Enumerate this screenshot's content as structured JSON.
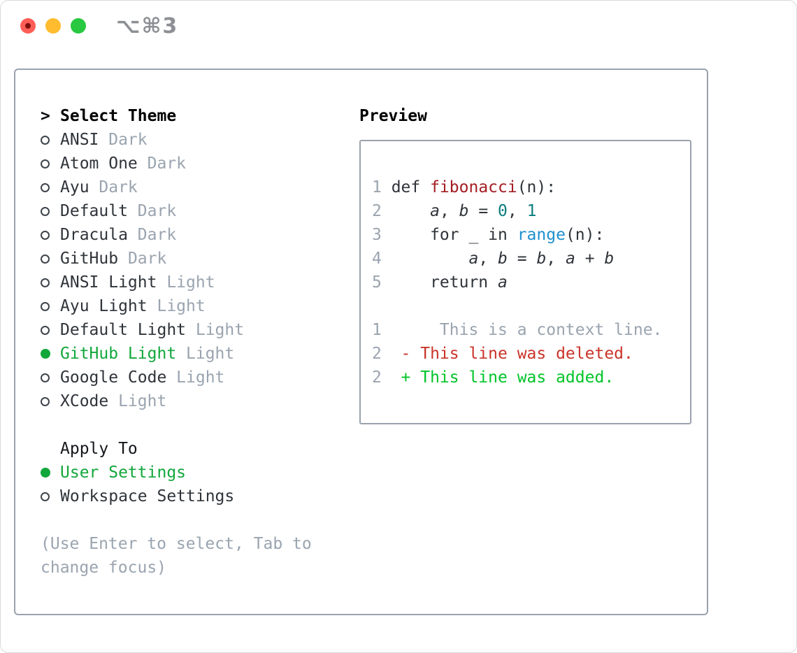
{
  "window": {
    "shortcut_label": "⌥⌘3",
    "controls": [
      "close",
      "minimize",
      "zoom"
    ]
  },
  "left_panel": {
    "prompt": ">",
    "title": "Select Theme",
    "themes": [
      {
        "label": "ANSI",
        "variant": "Dark",
        "selected": false
      },
      {
        "label": "Atom One",
        "variant": "Dark",
        "selected": false
      },
      {
        "label": "Ayu",
        "variant": "Dark",
        "selected": false
      },
      {
        "label": "Default",
        "variant": "Dark",
        "selected": false
      },
      {
        "label": "Dracula",
        "variant": "Dark",
        "selected": false
      },
      {
        "label": "GitHub",
        "variant": "Dark",
        "selected": false
      },
      {
        "label": "ANSI Light",
        "variant": "Light",
        "selected": false
      },
      {
        "label": "Ayu Light",
        "variant": "Light",
        "selected": false
      },
      {
        "label": "Default Light",
        "variant": "Light",
        "selected": false
      },
      {
        "label": "GitHub Light",
        "variant": "Light",
        "selected": true
      },
      {
        "label": "Google Code",
        "variant": "Light",
        "selected": false
      },
      {
        "label": "XCode",
        "variant": "Light",
        "selected": false
      }
    ],
    "apply_to": {
      "title": "Apply To",
      "options": [
        {
          "label": "User Settings",
          "selected": true
        },
        {
          "label": "Workspace Settings",
          "selected": false
        }
      ]
    },
    "hint": "(Use Enter to select, Tab to change focus)"
  },
  "preview": {
    "title": "Preview",
    "code": [
      {
        "num": "1",
        "tokens": [
          [
            "def ",
            "plain"
          ],
          [
            "fibonacci",
            "func"
          ],
          [
            "(n):",
            "plain"
          ]
        ]
      },
      {
        "num": "2",
        "tokens": [
          [
            "    ",
            "plain"
          ],
          [
            "a",
            "var"
          ],
          [
            ", ",
            "plain"
          ],
          [
            "b",
            "var"
          ],
          [
            " = ",
            "plain"
          ],
          [
            "0",
            "num"
          ],
          [
            ", ",
            "plain"
          ],
          [
            "1",
            "num"
          ]
        ]
      },
      {
        "num": "3",
        "tokens": [
          [
            "    for _ in ",
            "plain"
          ],
          [
            "range",
            "call"
          ],
          [
            "(n):",
            "plain"
          ]
        ]
      },
      {
        "num": "4",
        "tokens": [
          [
            "        ",
            "plain"
          ],
          [
            "a",
            "var"
          ],
          [
            ", ",
            "plain"
          ],
          [
            "b",
            "var"
          ],
          [
            " = ",
            "plain"
          ],
          [
            "b",
            "var"
          ],
          [
            ", ",
            "plain"
          ],
          [
            "a",
            "var"
          ],
          [
            " + ",
            "plain"
          ],
          [
            "b",
            "var"
          ]
        ]
      },
      {
        "num": "5",
        "tokens": [
          [
            "    return ",
            "plain"
          ],
          [
            "a",
            "var"
          ]
        ]
      }
    ],
    "diff": [
      {
        "num": "1",
        "text": "     This is a context line.",
        "kind": "context"
      },
      {
        "num": "2",
        "text": " - This line was deleted.",
        "kind": "deleted"
      },
      {
        "num": "2",
        "text": " + This line was added.",
        "kind": "added"
      }
    ]
  },
  "colors": {
    "text-dark": "#2f343a",
    "text-black": "#0b0e11",
    "muted": "#9aa4af",
    "border": "#99a2ad",
    "green": "#12a73b",
    "green-add": "#00c428",
    "red-del": "#c9342a",
    "red-func": "#a31d22",
    "teal-num": "#0b7c7c",
    "blue-call": "#1e90cf",
    "titlebar-gray": "#8c9094",
    "light-red": "#ff5e57",
    "light-yellow": "#febc2e",
    "light-green": "#28c840"
  }
}
